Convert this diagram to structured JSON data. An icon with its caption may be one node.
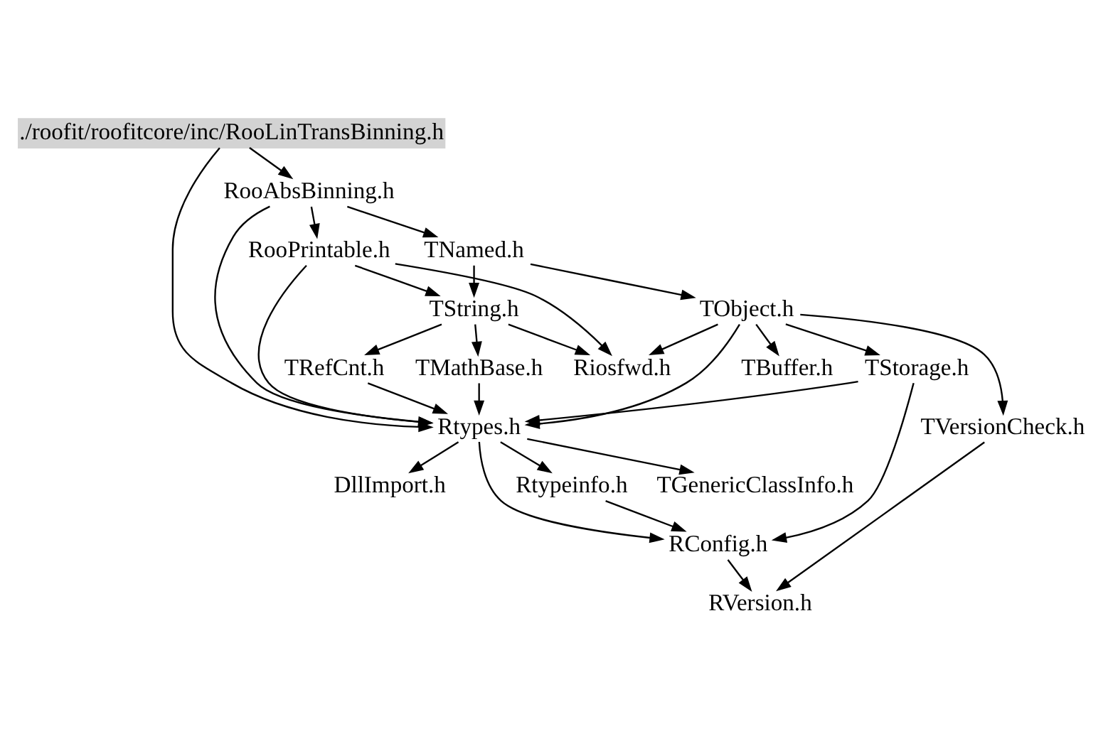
{
  "diagram": {
    "nodes": [
      {
        "text": [
          "./roofit/roofitcore/inc/RooLinTransBinning.h"
        ]
      },
      {
        "text": [
          "RooAbsBinning.h"
        ]
      },
      {
        "text": [
          "RooPrintable.h"
        ]
      },
      {
        "text": [
          "TNamed.h"
        ]
      },
      {
        "text": [
          "TString.h"
        ]
      },
      {
        "text": [
          "TObject.h"
        ]
      },
      {
        "text": [
          "TMathBase.h"
        ]
      },
      {
        "text": [
          "TRefCnt.h"
        ]
      },
      {
        "text": [
          "Riosfwd.h"
        ]
      },
      {
        "text": [
          "TStorage.h"
        ]
      },
      {
        "text": [
          "TBuffer.h"
        ]
      },
      {
        "text": [
          "Rtypes.h"
        ]
      },
      {
        "text": [
          "TVersionCheck.h"
        ]
      },
      {
        "text": [
          "DllImport.h"
        ]
      },
      {
        "text": [
          "TGenericClassInfo.h"
        ]
      },
      {
        "text": [
          "Rtypeinfo.h"
        ]
      },
      {
        "text": [
          "RConfig.h"
        ]
      },
      {
        "text": [
          "RVersion.h"
        ]
      }
    ],
    "edges": [
      {
        "from": 0,
        "to": 1,
        "arrow": "to"
      },
      {
        "from": 0,
        "to": 11,
        "arrow": "to"
      },
      {
        "from": 1,
        "to": 2,
        "arrow": "to"
      },
      {
        "from": 1,
        "to": 3,
        "arrow": "to"
      },
      {
        "from": 1,
        "to": 11,
        "arrow": "to"
      },
      {
        "from": 2,
        "to": 4,
        "arrow": "to"
      },
      {
        "from": 2,
        "to": 8,
        "arrow": "to"
      },
      {
        "from": 2,
        "to": 11,
        "arrow": "to"
      },
      {
        "from": 3,
        "to": 4,
        "arrow": "to"
      },
      {
        "from": 3,
        "to": 5,
        "arrow": "to"
      },
      {
        "from": 4,
        "to": 6,
        "arrow": "to"
      },
      {
        "from": 4,
        "to": 7,
        "arrow": "to"
      },
      {
        "from": 4,
        "to": 8,
        "arrow": "to"
      },
      {
        "from": 5,
        "to": 8,
        "arrow": "to"
      },
      {
        "from": 5,
        "to": 9,
        "arrow": "to"
      },
      {
        "from": 5,
        "to": 10,
        "arrow": "to"
      },
      {
        "from": 5,
        "to": 12,
        "arrow": "to"
      },
      {
        "from": 5,
        "to": 11,
        "arrow": "to"
      },
      {
        "from": 6,
        "to": 11,
        "arrow": "to"
      },
      {
        "from": 7,
        "to": 11,
        "arrow": "to"
      },
      {
        "from": 9,
        "to": 11,
        "arrow": "to"
      },
      {
        "from": 9,
        "to": 16,
        "arrow": "to"
      },
      {
        "from": 11,
        "to": 13,
        "arrow": "to"
      },
      {
        "from": 11,
        "to": 14,
        "arrow": "to"
      },
      {
        "from": 11,
        "to": 15,
        "arrow": "to"
      },
      {
        "from": 11,
        "to": 16,
        "arrow": "to"
      },
      {
        "from": 15,
        "to": 16,
        "arrow": "to"
      },
      {
        "from": 16,
        "to": 17,
        "arrow": "to"
      },
      {
        "from": 12,
        "to": 17,
        "arrow": "to"
      }
    ]
  }
}
